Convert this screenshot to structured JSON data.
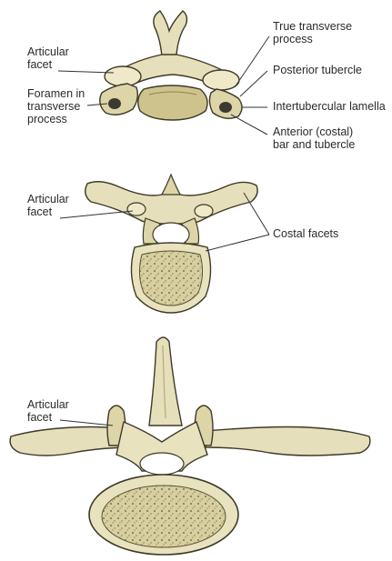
{
  "labels": {
    "cervical_articular_facet": "Articular\nfacet",
    "foramen_transverse": "Foramen in\ntransverse\nprocess",
    "true_transverse": "True transverse\nprocess",
    "posterior_tubercle": "Posterior tubercle",
    "intertubercular_lamella": "Intertubercular lamella",
    "anterior_bar": "Anterior (costal)\nbar and tubercle",
    "thoracic_articular_facet": "Articular\nfacet",
    "costal_facets": "Costal facets",
    "lumbar_articular_facet": "Articular\nfacet"
  },
  "colors": {
    "bone_fill": "#e9e2bf",
    "bone_shade": "#c9bd8a",
    "bone_outline": "#3d3a28",
    "body_fill": "#d9cf9e",
    "leader": "#333333"
  }
}
